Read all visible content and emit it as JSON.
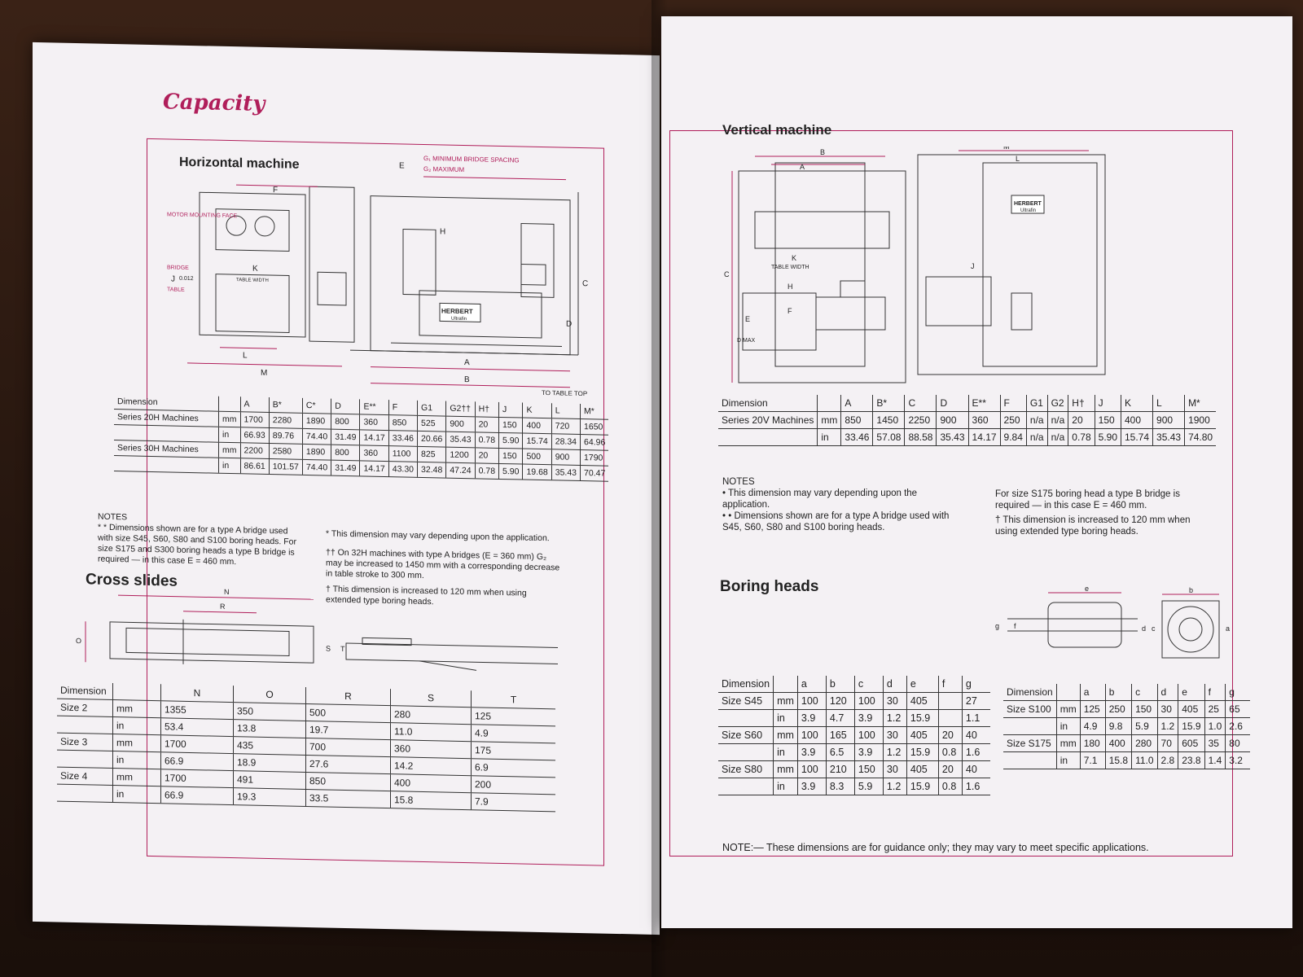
{
  "left_page": {
    "title": "Capacity",
    "horizontal": {
      "heading": "Horizontal machine",
      "diagram_labels": {
        "g1": "G₁  MINIMUM BRIDGE SPACING",
        "g2": "G₂  MAXIMUM",
        "motor": "MOTOR MOUNTING FACE",
        "bridge": "BRIDGE",
        "table": "TABLE",
        "j_val": "0.012",
        "k_label": "TABLE WIDTH",
        "herbert": "HERBERT",
        "ultrafin": "Ultrafin",
        "to_table_top": "TO TABLE TOP",
        "e": "E",
        "h": "H",
        "f": "F",
        "c": "C",
        "d": "D",
        "a": "A",
        "b": "B",
        "l": "L",
        "m": "M",
        "j": "J",
        "k": "K"
      },
      "table": {
        "headers": [
          "Dimension",
          "",
          "A",
          "B*",
          "C*",
          "D",
          "E**",
          "F",
          "G1",
          "G2††",
          "H†",
          "J",
          "K",
          "L",
          "M*"
        ],
        "rows": [
          {
            "series": "Series 20H Machines",
            "unit": "mm",
            "values": [
              "1700",
              "2280",
              "1890",
              "800",
              "360",
              "850",
              "525",
              "900",
              "20",
              "150",
              "400",
              "720",
              "1650"
            ]
          },
          {
            "series": "",
            "unit": "in",
            "values": [
              "66.93",
              "89.76",
              "74.40",
              "31.49",
              "14.17",
              "33.46",
              "20.66",
              "35.43",
              "0.78",
              "5.90",
              "15.74",
              "28.34",
              "64.96"
            ]
          },
          {
            "series": "Series 30H Machines",
            "unit": "mm",
            "values": [
              "2200",
              "2580",
              "1890",
              "800",
              "360",
              "1100",
              "825",
              "1200",
              "20",
              "150",
              "500",
              "900",
              "1790"
            ]
          },
          {
            "series": "",
            "unit": "in",
            "values": [
              "86.61",
              "101.57",
              "74.40",
              "31.49",
              "14.17",
              "43.30",
              "32.48",
              "47.24",
              "0.78",
              "5.90",
              "19.68",
              "35.43",
              "70.47"
            ]
          }
        ]
      },
      "notes": {
        "title": "NOTES",
        "n1": "* * Dimensions shown are for a type A bridge used with size S45, S60, S80 and S100 boring heads. For size S175 and S300 boring heads a type B bridge is required — in this case E = 460 mm.",
        "n2": "* This dimension may vary depending upon the application.",
        "n3": "†† On 32H machines with type A bridges (E = 360 mm) G₂ may be increased to 1450 mm with a corresponding decrease in table stroke to 300 mm.",
        "n4": "† This dimension is increased to 120 mm when using extended type boring heads."
      }
    },
    "cross_slides": {
      "heading": "Cross slides",
      "diagram_labels": {
        "n": "N",
        "r": "R",
        "o": "O",
        "s": "S",
        "t": "T"
      },
      "table": {
        "headers": [
          "Dimension",
          "",
          "N",
          "O",
          "R",
          "S",
          "T"
        ],
        "rows": [
          {
            "size": "Size 2",
            "unit": "mm",
            "values": [
              "1355",
              "350",
              "500",
              "280",
              "125"
            ]
          },
          {
            "size": "",
            "unit": "in",
            "values": [
              "53.4",
              "13.8",
              "19.7",
              "11.0",
              "4.9"
            ]
          },
          {
            "size": "Size 3",
            "unit": "mm",
            "values": [
              "1700",
              "435",
              "700",
              "360",
              "175"
            ]
          },
          {
            "size": "",
            "unit": "in",
            "values": [
              "66.9",
              "18.9",
              "27.6",
              "14.2",
              "6.9"
            ]
          },
          {
            "size": "Size 4",
            "unit": "mm",
            "values": [
              "1700",
              "491",
              "850",
              "400",
              "200"
            ]
          },
          {
            "size": "",
            "unit": "in",
            "values": [
              "66.9",
              "19.3",
              "33.5",
              "15.8",
              "7.9"
            ]
          }
        ]
      }
    }
  },
  "right_page": {
    "vertical": {
      "heading": "Vertical machine",
      "diagram_labels": {
        "table_width": "TABLE WIDTH",
        "d_max": "D MAX",
        "herbert": "HERBERT",
        "ultrafin": "Ultrafin",
        "a": "A",
        "b": "B",
        "c": "C",
        "e": "E",
        "f": "F",
        "h": "H",
        "j": "J",
        "k": "K",
        "l": "L",
        "m": "M"
      },
      "table": {
        "headers": [
          "Dimension",
          "",
          "A",
          "B*",
          "C",
          "D",
          "E**",
          "F",
          "G1",
          "G2",
          "H†",
          "J",
          "K",
          "L",
          "M*"
        ],
        "rows": [
          {
            "series": "Series 20V Machines",
            "unit": "mm",
            "values": [
              "850",
              "1450",
              "2250",
              "900",
              "360",
              "250",
              "n/a",
              "n/a",
              "20",
              "150",
              "400",
              "900",
              "1900"
            ]
          },
          {
            "series": "",
            "unit": "in",
            "values": [
              "33.46",
              "57.08",
              "88.58",
              "35.43",
              "14.17",
              "9.84",
              "n/a",
              "n/a",
              "0.78",
              "5.90",
              "15.74",
              "35.43",
              "74.80"
            ]
          }
        ]
      },
      "notes": {
        "title": "NOTES",
        "n1": "•  This dimension may vary depending upon the application.",
        "n2": "• • Dimensions shown are for a type A bridge used with S45, S60, S80 and S100 boring heads.",
        "n3": "For size S175 boring head a type B bridge is required — in this case E = 460 mm.",
        "n4": "†  This dimension is increased to 120 mm when using extended type boring heads."
      }
    },
    "boring_heads": {
      "heading": "Boring heads",
      "diagram_labels": {
        "e": "e",
        "b": "b",
        "g": "g",
        "f": "f",
        "d": "d",
        "c": "c",
        "a": "a"
      },
      "table1": {
        "headers": [
          "Dimension",
          "",
          "a",
          "b",
          "c",
          "d",
          "e",
          "f",
          "g"
        ],
        "rows": [
          {
            "size": "Size S45",
            "unit": "mm",
            "values": [
              "100",
              "120",
              "100",
              "30",
              "405",
              "",
              "27"
            ]
          },
          {
            "size": "",
            "unit": "in",
            "values": [
              "3.9",
              "4.7",
              "3.9",
              "1.2",
              "15.9",
              "",
              "1.1"
            ]
          },
          {
            "size": "Size S60",
            "unit": "mm",
            "values": [
              "100",
              "165",
              "100",
              "30",
              "405",
              "20",
              "40"
            ]
          },
          {
            "size": "",
            "unit": "in",
            "values": [
              "3.9",
              "6.5",
              "3.9",
              "1.2",
              "15.9",
              "0.8",
              "1.6"
            ]
          },
          {
            "size": "Size S80",
            "unit": "mm",
            "values": [
              "100",
              "210",
              "150",
              "30",
              "405",
              "20",
              "40"
            ]
          },
          {
            "size": "",
            "unit": "in",
            "values": [
              "3.9",
              "8.3",
              "5.9",
              "1.2",
              "15.9",
              "0.8",
              "1.6"
            ]
          }
        ]
      },
      "table2": {
        "headers": [
          "Dimension",
          "",
          "a",
          "b",
          "c",
          "d",
          "e",
          "f",
          "g"
        ],
        "rows": [
          {
            "size": "Size S100",
            "unit": "mm",
            "values": [
              "125",
              "250",
              "150",
              "30",
              "405",
              "25",
              "65"
            ]
          },
          {
            "size": "",
            "unit": "in",
            "values": [
              "4.9",
              "9.8",
              "5.9",
              "1.2",
              "15.9",
              "1.0",
              "2.6"
            ]
          },
          {
            "size": "Size S175",
            "unit": "mm",
            "values": [
              "180",
              "400",
              "280",
              "70",
              "605",
              "35",
              "80"
            ]
          },
          {
            "size": "",
            "unit": "in",
            "values": [
              "7.1",
              "15.8",
              "11.0",
              "2.8",
              "23.8",
              "1.4",
              "3.2"
            ]
          }
        ]
      },
      "note": "NOTE:— These dimensions are for guidance only; they may vary to meet specific applications."
    }
  }
}
